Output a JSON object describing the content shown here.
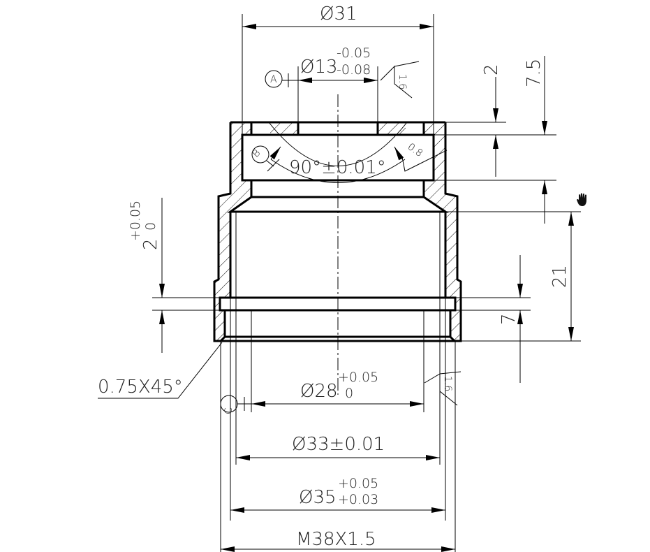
{
  "drawing": {
    "dim_d31": "Ø31",
    "dim_d13": "Ø13",
    "dim_d13_upper": "-0.05",
    "dim_d13_lower": "-0.08",
    "roughness_top": "1.6",
    "datum_a": "A",
    "datum_b": "B",
    "datum_c": "C",
    "angle": "90°±0.01°",
    "roughness_cone": "0.8",
    "dim_2_top": "2",
    "dim_7_5": "7.5",
    "dim_21": "21",
    "dim_7": "7",
    "dim_2_left": "2",
    "dim_2_left_upper": "+0.05",
    "dim_2_left_lower": "0",
    "chamfer": "0.75X45°",
    "dim_d28": "Ø28",
    "dim_d28_upper": "+0.05",
    "dim_d28_lower": "0",
    "roughness_bore": "1.6",
    "dim_d33": "Ø33±0.01",
    "dim_d35": "Ø35",
    "dim_d35_upper": "+0.05",
    "dim_d35_lower": "+0.03",
    "thread": "M38X1.5"
  },
  "cursor": {
    "icon": "hand-cursor-icon"
  }
}
